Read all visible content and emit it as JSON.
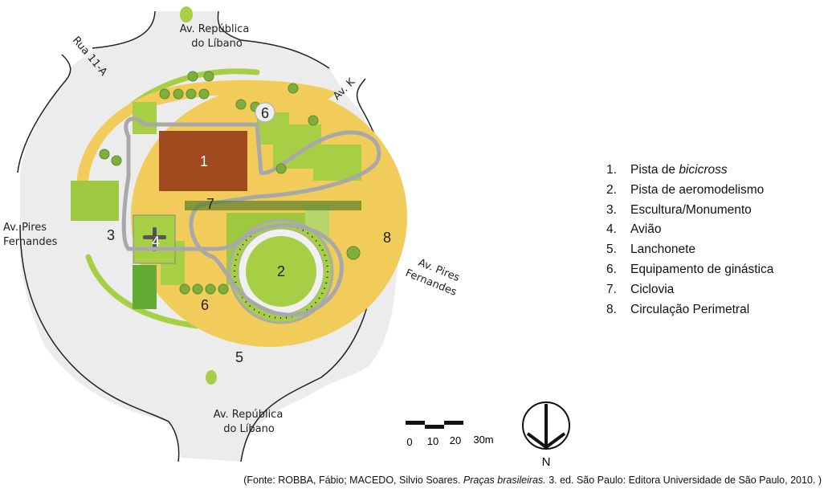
{
  "map": {
    "streets": {
      "top": [
        "Av. República",
        "do Líbano"
      ],
      "bottom": [
        "Av. República",
        "do Líbano"
      ],
      "left": [
        "Av. Pires",
        "Fernandes"
      ],
      "right": [
        "Av. Pires",
        "Fernandes"
      ],
      "northwest": "Rua 11-A",
      "northeast": "Av. K"
    },
    "markers": [
      "1",
      "2",
      "3",
      "4",
      "5",
      "6",
      "6",
      "7",
      "8"
    ],
    "scale": {
      "labels": [
        "0",
        "10",
        "20",
        "30m"
      ]
    },
    "north": "N",
    "colors": {
      "park": "#f2cc5a",
      "lawn": "#a6cf45",
      "dark_lawn": "#62aa33",
      "bmx": "#a0491e",
      "street": "#ececec",
      "path": "#a8a8a8"
    }
  },
  "legend": [
    {
      "n": "1.",
      "pre": "Pista de ",
      "em": "bicicross"
    },
    {
      "n": "2.",
      "pre": "Pista de aeromodelismo",
      "em": ""
    },
    {
      "n": "3.",
      "pre": "Escultura/Monumento",
      "em": ""
    },
    {
      "n": "4.",
      "pre": "Avião",
      "em": ""
    },
    {
      "n": "5.",
      "pre": "Lanchonete",
      "em": ""
    },
    {
      "n": "6.",
      "pre": "Equipamento de ginástica",
      "em": ""
    },
    {
      "n": "7.",
      "pre": "Ciclovia",
      "em": ""
    },
    {
      "n": "8.",
      "pre": "Circulação Perimetral",
      "em": ""
    }
  ],
  "caption": {
    "pre": "(Fonte: ROBBA, Fábio; MACEDO, Silvio Soares. ",
    "em": "Praças brasileiras.",
    "post": " 3. ed. São Paulo: Editora Universidade de São Paulo, 2010. )"
  }
}
